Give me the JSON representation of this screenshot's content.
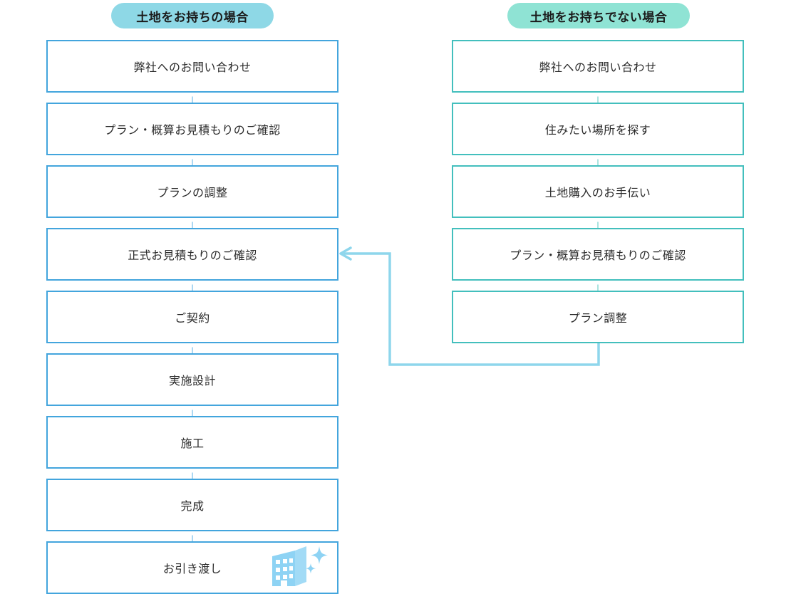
{
  "diagram": {
    "title_hidden": "",
    "columns": [
      {
        "id": "own-land",
        "header": "土地をお持ちの場合",
        "header_color": "#8ed8e6",
        "border_color": "#43a5dd",
        "arrow_color": "#5ab0e4",
        "steps": [
          "弊社へのお問い合わせ",
          "プラン・概算お見積もりのご確認",
          "プランの調整",
          "正式お見積もりのご確認",
          "ご契約",
          "実施設計",
          "施工",
          "完成",
          "お引き渡し"
        ]
      },
      {
        "id": "no-land",
        "header": "土地をお持ちでない場合",
        "header_color": "#8fe3d4",
        "border_color": "#43bfbd",
        "arrow_color": "#58c8c2",
        "steps": [
          "弊社へのお問い合わせ",
          "住みたい場所を探す",
          "土地購入のお手伝い",
          "プラン・概算お見積もりのご確認",
          "プラン調整"
        ]
      }
    ],
    "connector": {
      "from_step": "プラン調整",
      "to_step": "正式お見積もりのご確認",
      "color": "#8ed6ec"
    },
    "icons": {
      "step_arrow": "down-arrow-icon",
      "building": "building-icon",
      "sparkle": "sparkle-icon",
      "building_color": "#8ed3f4"
    }
  }
}
